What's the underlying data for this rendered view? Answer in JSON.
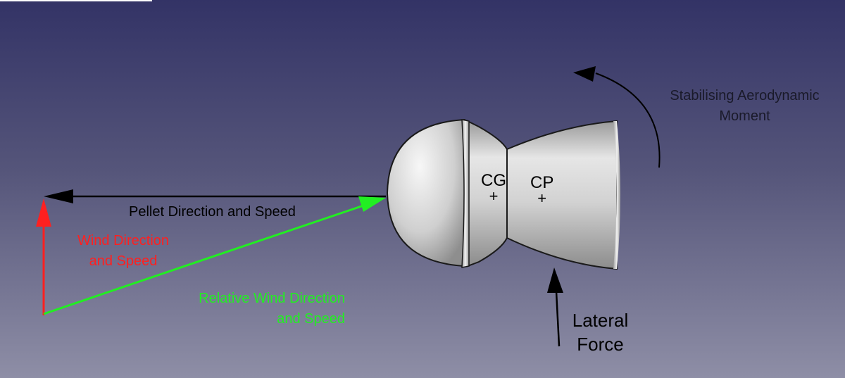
{
  "labels": {
    "pellet": "Pellet Direction and Speed",
    "wind_line1": "Wind Direction",
    "wind_line2": "and Speed",
    "relative_line1": "Relative Wind Direction",
    "relative_line2": "and Speed",
    "moment_line1": "Stabilising Aerodynamic",
    "moment_line2": "Moment",
    "force_line1": "Lateral",
    "force_line2": "Force",
    "cg": "CG",
    "cp": "CP",
    "plus": "+"
  },
  "colors": {
    "wind": "#ff2020",
    "relative": "#22ee22",
    "pellet": "#000000",
    "body": "#c8c8c8"
  }
}
